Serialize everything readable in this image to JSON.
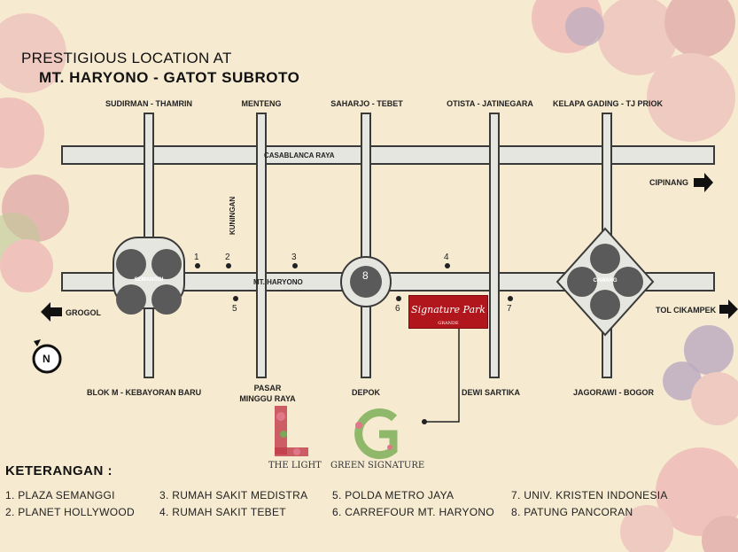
{
  "header": {
    "line1": "PRESTIGIOUS LOCATION AT",
    "line2": "MT. HARYONO - GATOT SUBROTO"
  },
  "map": {
    "top_labels": [
      "SUDIRMAN - THAMRIN",
      "MENTENG",
      "SAHARJO - TEBET",
      "OTISTA - JATINEGARA",
      "KELAPA GADING - TJ PRIOK"
    ],
    "road_casablanca": "CASABLANCA RAYA",
    "road_haryono": "MT. HARYONO",
    "road_kuningan": "KUNINGAN",
    "interchange_left": "SEMANGGI",
    "interchange_right": "CAWANG",
    "dest_cipinang": "CIPINANG",
    "dest_grogol": "GROGOL",
    "dest_cikampek": "TOL CIKAMPEK",
    "bottom_blokm": "BLOK M - KEBAYORAN BARU",
    "bottom_pasar": "PASAR MINGGU RAYA",
    "bottom_depok": "DEPOK",
    "bottom_dewi": "DEWI SARTIKA",
    "bottom_jagorawi": "JAGORAWI - BOGOR",
    "markers": [
      "1",
      "2",
      "3",
      "4",
      "5",
      "6",
      "7",
      "8"
    ],
    "signature_brand": "Signature Park",
    "signature_sub": "GRANDE",
    "logo_light_letter": "L",
    "logo_light_text": "THE LIGHT",
    "logo_green_letter": "G",
    "logo_green_text": "GREEN SIGNATURE",
    "compass": "N"
  },
  "legend": {
    "title": "KETERANGAN :",
    "items": [
      "1. PLAZA SEMANGGI",
      "2. PLANET HOLLYWOOD",
      "3. RUMAH SAKIT MEDISTRA",
      "4. RUMAH SAKIT TEBET",
      "5. POLDA METRO JAYA",
      "6. CARREFOUR MT. HARYONO",
      "7. UNIV. KRISTEN INDONESIA",
      "8. PATUNG PANCORAN"
    ]
  },
  "colors": {
    "background": "#f6ead0",
    "road_fill": "#e6e6e1",
    "road_edge": "#3a3a3a",
    "roundabout": "#5a5a5a",
    "signature_red": "#b0161b",
    "flower_pink": "#e9a3ab",
    "flower_purple": "#8a76b4"
  }
}
